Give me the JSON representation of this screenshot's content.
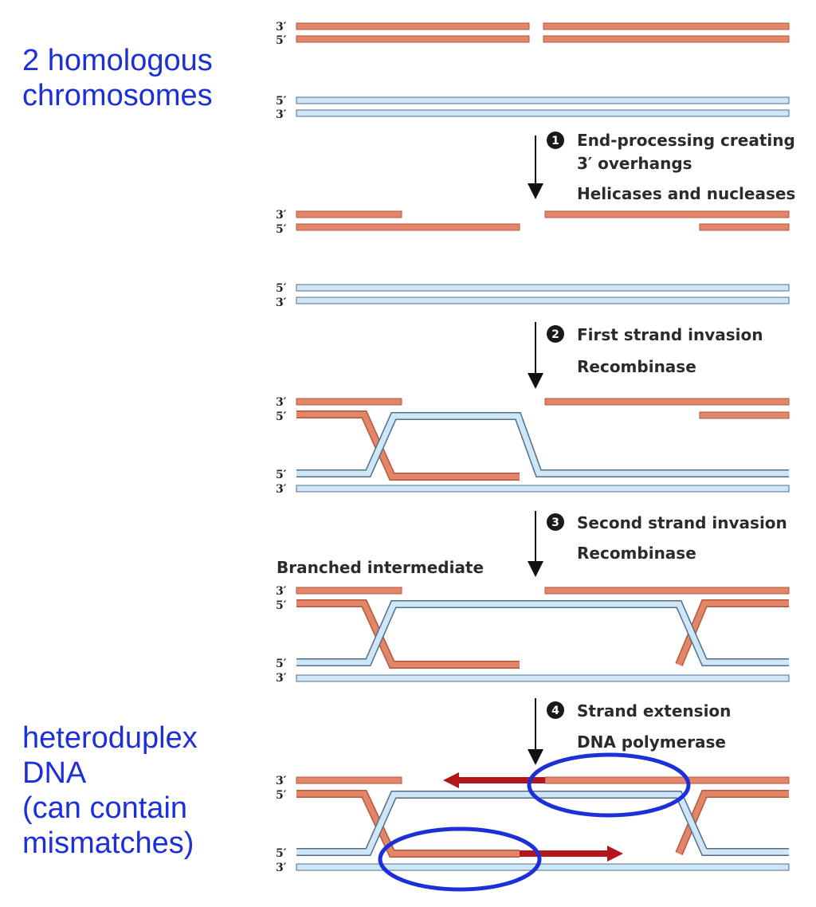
{
  "side_labels": {
    "top": [
      "2 homologous",
      "chromosomes"
    ],
    "bottom": [
      "heteroduplex",
      "DNA",
      "(can contain",
      "mismatches)"
    ]
  },
  "strand_ends": {
    "three_prime": "3′",
    "five_prime": "5′"
  },
  "steps": [
    {
      "number": "1",
      "title": "End-processing creating",
      "title2": "3′ overhangs",
      "enzyme": "Helicases and nucleases"
    },
    {
      "number": "2",
      "title": "First strand invasion",
      "enzyme": "Recombinase"
    },
    {
      "number": "3",
      "title": "Second strand invasion",
      "enzyme": "Recombinase"
    },
    {
      "number": "4",
      "title": "Strand extension",
      "enzyme": "DNA polymerase"
    }
  ],
  "intermediate_label": "Branched intermediate",
  "colors": {
    "red_strand": "#e2866a",
    "red_strand_edge": "#b9553b",
    "blue_strand": "#cfe6f7",
    "blue_strand_edge": "#4f6f8e",
    "new_synthesis": "#b5161c",
    "highlight": "#1c2fd8",
    "side_text": "#1c2fd8"
  }
}
